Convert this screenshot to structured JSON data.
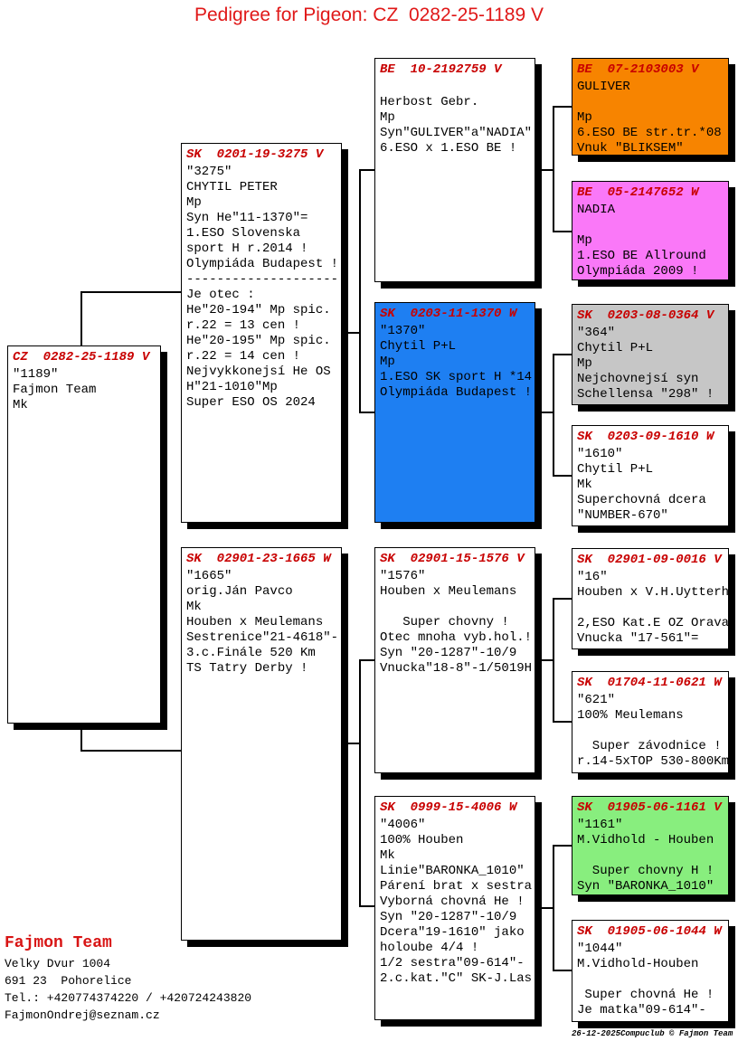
{
  "title": "Pedigree for Pigeon: CZ  0282-25-1189 V",
  "colors": {
    "title_red": "#e01818",
    "ring_red": "#c80000",
    "box_blue": "#1e7ff2",
    "box_orange": "#f78400",
    "box_pink": "#fa78f8",
    "box_gray": "#c6c6c6",
    "box_green": "#88ee7e",
    "shadow": "#000000"
  },
  "boxes": {
    "subject": {
      "ring": "CZ  0282-25-1189 V",
      "lines": [
        "\"1189\"",
        "Fajmon Team",
        "Mk"
      ]
    },
    "sire": {
      "ring": "SK  0201-19-3275 V",
      "lines": [
        "\"3275\"",
        "CHYTIL PETER",
        "Mp",
        "Syn He\"11-1370\"=",
        "1.ESO Slovenska",
        "sport H r.2014 !",
        "Olympiáda Budapest !",
        "--------------------",
        "Je otec :",
        "He\"20-194\" Mp spic.",
        "r.22 = 13 cen !",
        "He\"20-195\" Mp spic.",
        "r.22 = 14 cen !",
        "Nejvykkonejsí He OS",
        "H\"21-1010\"Mp",
        "Super ESO OS 2024"
      ]
    },
    "dam": {
      "ring": "SK  02901-23-1665 W",
      "lines": [
        "\"1665\"",
        "orig.Ján Pavco",
        "Mk",
        "Houben x Meulemans",
        "Sestrenice\"21-4618\"-",
        "3.c.Finále 520 Km",
        "TS Tatry Derby !"
      ]
    },
    "sire_sire": {
      "ring": "BE  10-2192759 V",
      "lines": [
        "",
        "Herbost Gebr.",
        "Mp",
        "Syn\"GULIVER\"a\"NADIA\"",
        "6.ESO x 1.ESO BE !"
      ]
    },
    "sire_dam": {
      "ring": "SK  0203-11-1370 W",
      "lines": [
        "\"1370\"",
        "Chytil P+L",
        "Mp",
        "1.ESO SK sport H *14",
        "Olympiáda Budapest !"
      ]
    },
    "dam_sire": {
      "ring": "SK  02901-15-1576 V",
      "lines": [
        "\"1576\"",
        "Houben x Meulemans",
        "",
        "   Super chovny !",
        "Otec mnoha vyb.hol.!",
        "Syn \"20-1287\"-10/9",
        "Vnucka\"18-8\"-1/5019H"
      ]
    },
    "dam_dam": {
      "ring": "SK  0999-15-4006 W",
      "lines": [
        "\"4006\"",
        "100% Houben",
        "Mk",
        "Linie\"BARONKA_1010\"",
        "Párení brat x sestra",
        "Vyborná chovná He !",
        "Syn \"20-1287\"-10/9",
        "Dcera\"19-1610\" jako",
        "holoube 4/4 !",
        "1/2 sestra\"09-614\"-",
        "2.c.kat.\"C\" SK-J.Las"
      ]
    },
    "sire_sire_sire": {
      "ring": "BE  07-2103003 V",
      "lines": [
        "GULIVER",
        "",
        "Mp",
        "6.ESO BE str.tr.*08",
        "Vnuk \"BLIKSEM\""
      ]
    },
    "sire_sire_dam": {
      "ring": "BE  05-2147652 W",
      "lines": [
        "NADIA",
        "",
        "Mp",
        "1.ESO BE Allround",
        "Olympiáda 2009 !"
      ]
    },
    "sire_dam_sire": {
      "ring": "SK  0203-08-0364 V",
      "lines": [
        "\"364\"",
        "Chytil P+L",
        "Mp",
        "Nejchovnejsí syn",
        "Schellensa \"298\" !"
      ]
    },
    "sire_dam_dam": {
      "ring": "SK  0203-09-1610 W",
      "lines": [
        "\"1610\"",
        "Chytil P+L",
        "Mk",
        "Superchovná dcera",
        "\"NUMBER-670\""
      ]
    },
    "dam_sire_sire": {
      "ring": "SK  02901-09-0016 V",
      "lines": [
        "\"16\"",
        "Houben x V.H.Uytterh",
        "",
        "2,ESO Kat.E OZ Orava",
        "Vnucka \"17-561\"="
      ]
    },
    "dam_sire_dam": {
      "ring": "SK  01704-11-0621 W",
      "lines": [
        "\"621\"",
        "100% Meulemans",
        "",
        "  Super závodnice !",
        "r.14-5xTOP 530-800Km"
      ]
    },
    "dam_dam_sire": {
      "ring": "SK  01905-06-1161 V",
      "lines": [
        "\"1161\"",
        "M.Vidhold - Houben",
        "",
        "  Super chovny H !",
        "Syn \"BARONKA_1010\""
      ]
    },
    "dam_dam_dam": {
      "ring": "SK  01905-06-1044 W",
      "lines": [
        "\"1044\"",
        "M.Vidhold-Houben",
        "",
        " Super chovná He !",
        "Je matka\"09-614\"-"
      ]
    }
  },
  "footer": {
    "owner": "Fajmon Team",
    "address": [
      "Velky Dvur 1004",
      "691 23  Pohorelice",
      "Tel.: +420774374220 / +420724243820",
      "FajmonOndrej@seznam.cz"
    ],
    "date": "26-12-2025",
    "credit": "Compuclub © Fajmon Team"
  }
}
